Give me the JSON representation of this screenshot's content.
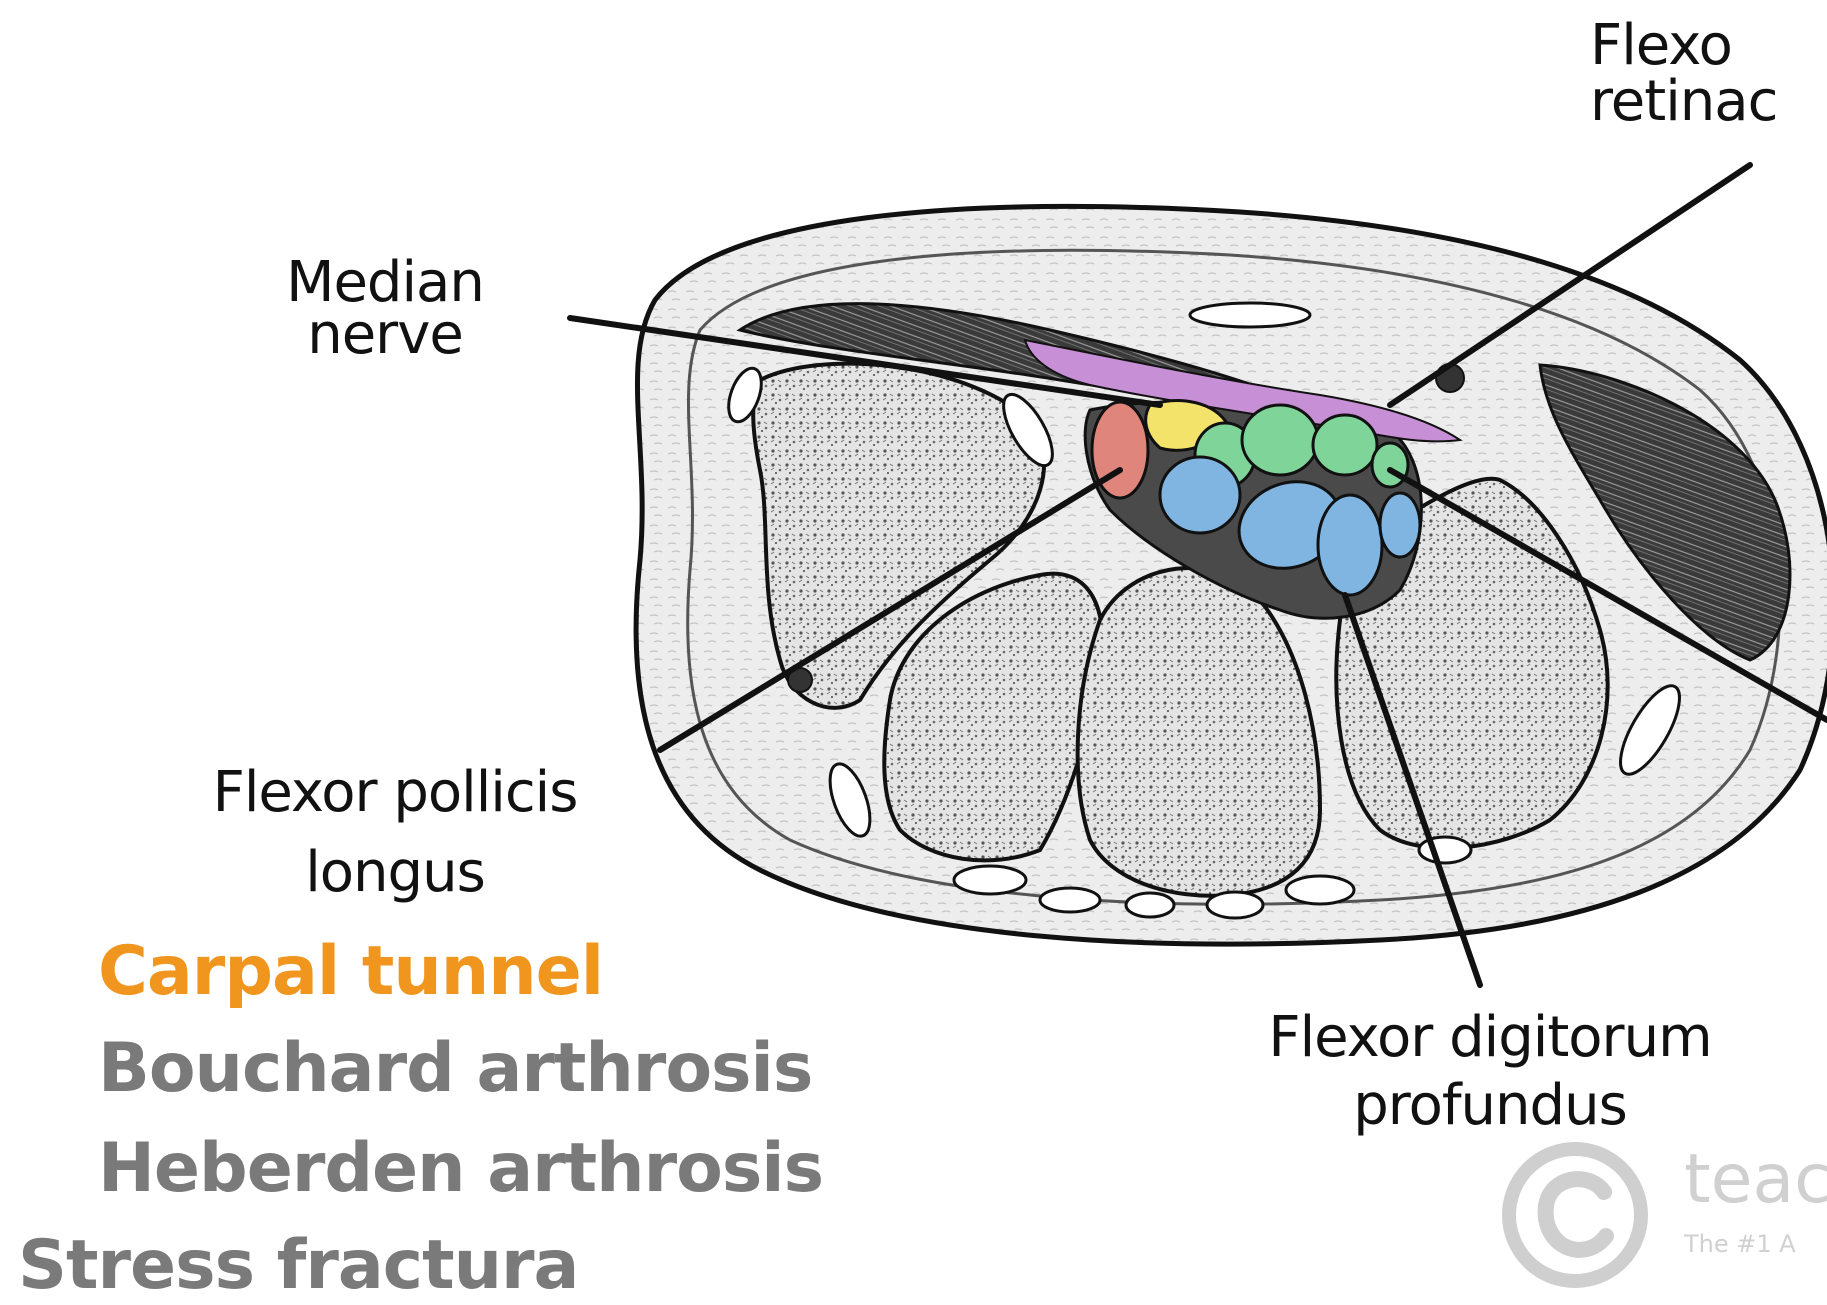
{
  "labels": {
    "flexor_retinaculum": [
      "Flexo",
      "retinac"
    ],
    "median_nerve": [
      "Median",
      "nerve"
    ],
    "flexor_pollicis_longus": [
      "Flexor pollicis",
      "longus"
    ],
    "flexor_digitorum_profundus": [
      "Flexor digitorum",
      "profundus"
    ]
  },
  "topics": [
    {
      "text": "Carpal tunnel",
      "color": "#f0961e"
    },
    {
      "text": "Bouchard arthrosis",
      "color": "#7a7a7a"
    },
    {
      "text": "Heberden arthrosis",
      "color": "#7a7a7a"
    },
    {
      "text": "Stress fractura",
      "color": "#7a7a7a"
    }
  ],
  "watermark": {
    "text": "teac",
    "tagline": "The #1 A"
  },
  "colors": {
    "median_nerve": "#f3e36a",
    "flexor_pollicis_longus": "#e0857c",
    "flexor_digitorum_superficialis": "#7fd49a",
    "flexor_digitorum_profundus": "#7fb5e0",
    "flexor_retinaculum": "#c78fd6"
  }
}
